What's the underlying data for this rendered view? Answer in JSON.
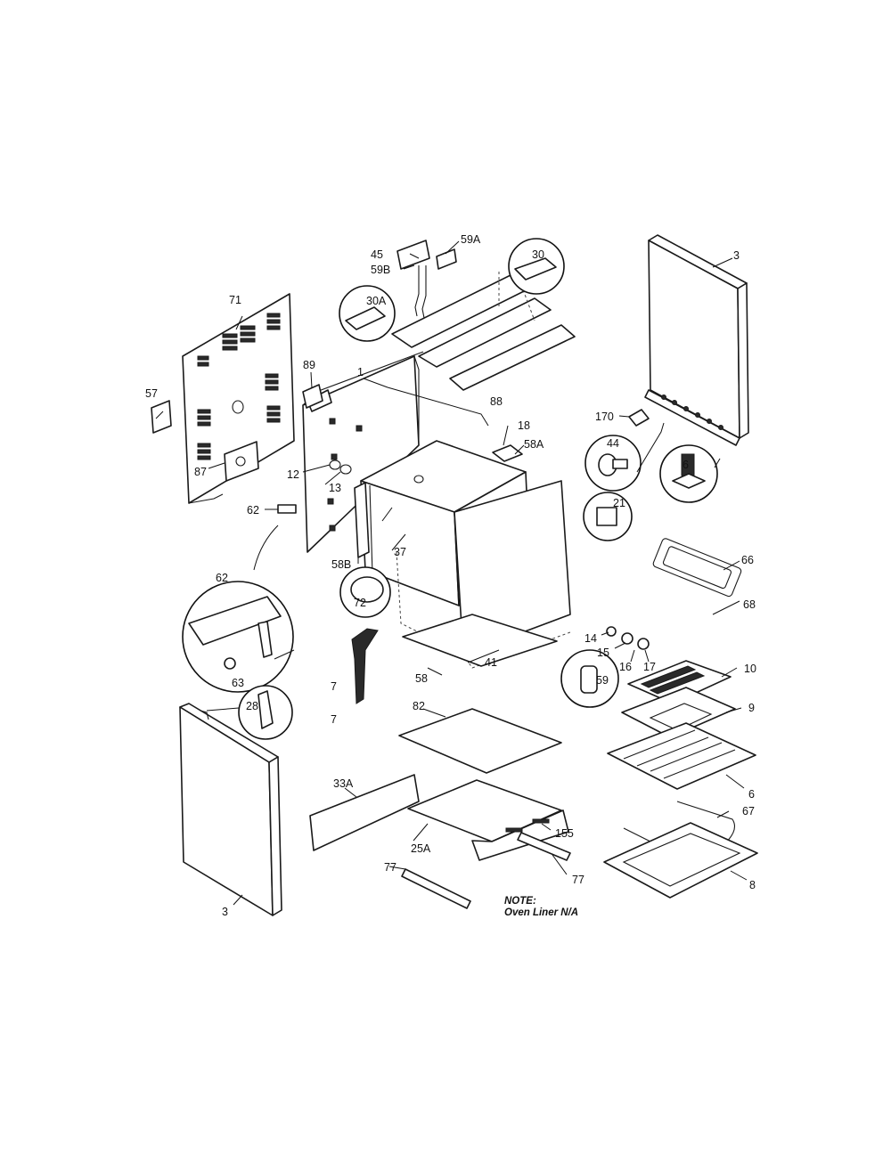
{
  "diagram": {
    "note_title": "NOTE:",
    "note_text": "Oven Liner N/A",
    "parts": [
      {
        "id": "p1",
        "label": "1"
      },
      {
        "id": "p3a",
        "label": "3"
      },
      {
        "id": "p3b",
        "label": "3"
      },
      {
        "id": "p6a",
        "label": "6"
      },
      {
        "id": "p6b",
        "label": "6"
      },
      {
        "id": "p7a",
        "label": "7"
      },
      {
        "id": "p7b",
        "label": "7"
      },
      {
        "id": "p8",
        "label": "8"
      },
      {
        "id": "p9",
        "label": "9"
      },
      {
        "id": "p10",
        "label": "10"
      },
      {
        "id": "p12",
        "label": "12"
      },
      {
        "id": "p13",
        "label": "13"
      },
      {
        "id": "p14",
        "label": "14"
      },
      {
        "id": "p15",
        "label": "15"
      },
      {
        "id": "p16",
        "label": "16"
      },
      {
        "id": "p17",
        "label": "17"
      },
      {
        "id": "p18",
        "label": "18"
      },
      {
        "id": "p21",
        "label": "21"
      },
      {
        "id": "p25a",
        "label": "25A"
      },
      {
        "id": "p28",
        "label": "28"
      },
      {
        "id": "p30",
        "label": "30"
      },
      {
        "id": "p30a",
        "label": "30A"
      },
      {
        "id": "p33a",
        "label": "33A"
      },
      {
        "id": "p37",
        "label": "37"
      },
      {
        "id": "p41",
        "label": "41"
      },
      {
        "id": "p44",
        "label": "44"
      },
      {
        "id": "p45",
        "label": "45"
      },
      {
        "id": "p57",
        "label": "57"
      },
      {
        "id": "p58",
        "label": "58"
      },
      {
        "id": "p58a",
        "label": "58A"
      },
      {
        "id": "p58b",
        "label": "58B"
      },
      {
        "id": "p59",
        "label": "59"
      },
      {
        "id": "p59a",
        "label": "59A"
      },
      {
        "id": "p59b",
        "label": "59B"
      },
      {
        "id": "p62a",
        "label": "62"
      },
      {
        "id": "p62b",
        "label": "62"
      },
      {
        "id": "p63",
        "label": "63"
      },
      {
        "id": "p66",
        "label": "66"
      },
      {
        "id": "p67",
        "label": "67"
      },
      {
        "id": "p68",
        "label": "68"
      },
      {
        "id": "p71",
        "label": "71"
      },
      {
        "id": "p72",
        "label": "72"
      },
      {
        "id": "p77a",
        "label": "77"
      },
      {
        "id": "p77b",
        "label": "77"
      },
      {
        "id": "p82",
        "label": "82"
      },
      {
        "id": "p87",
        "label": "87"
      },
      {
        "id": "p88",
        "label": "88"
      },
      {
        "id": "p89",
        "label": "89"
      },
      {
        "id": "p155",
        "label": "155"
      },
      {
        "id": "p170",
        "label": "170"
      }
    ]
  }
}
